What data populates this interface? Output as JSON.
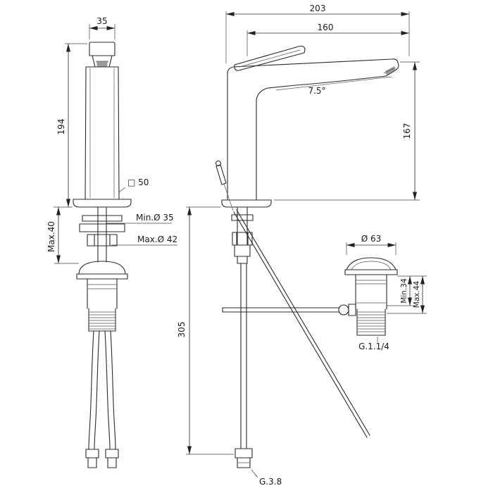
{
  "page": {
    "background": "#ffffff",
    "line_color": "#2b2b2b"
  },
  "front_view": {
    "spout_width": "35",
    "height": "194",
    "base_square": "□ 50",
    "min_hole": "Min.Ø 35",
    "max_hole": "Max.Ø 42",
    "deck_max": "Max.40"
  },
  "side_view": {
    "total_depth": "203",
    "spout_reach": "160",
    "spout_angle": "7.5°",
    "spout_height": "167",
    "hose_length": "305",
    "drain_diameter": "Ø 63",
    "clamp_min": "Min.34",
    "clamp_max": "Max.44",
    "drain_thread": "G.1.1/4",
    "supply_thread": "G.3.8"
  }
}
